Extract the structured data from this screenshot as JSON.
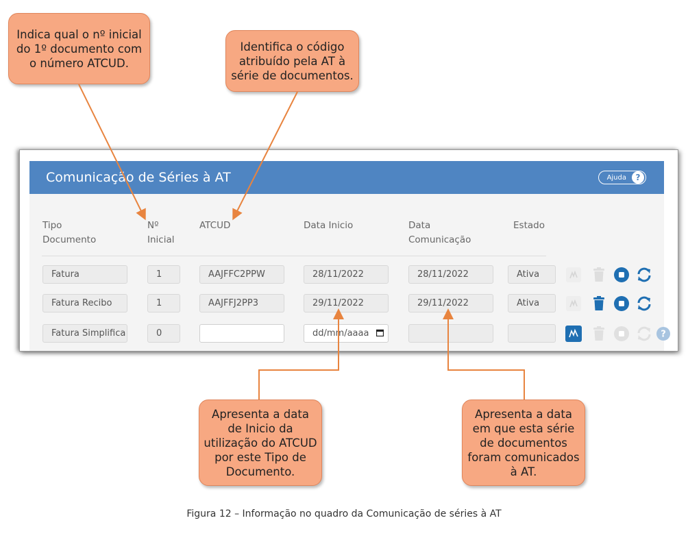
{
  "callouts": {
    "numero_inicial": "Indica qual o nº inicial do 1º documento com o número ATCUD.",
    "atcud": "Identifica o código atribuído pela AT à série de documentos.",
    "data_inicio": "Apresenta a data de Inicio da utilização do ATCUD por este Tipo de Documento.",
    "data_comunicacao": "Apresenta a data em que esta série de documentos foram comunicados à AT."
  },
  "panel": {
    "title": "Comunicação de Séries à AT",
    "help_label": "Ajuda",
    "help_icon": "?",
    "header_color": "#4f85c2"
  },
  "columns": {
    "tipo_documento": [
      "Tipo",
      "Documento"
    ],
    "n_inicial": [
      "Nº",
      "Inicial"
    ],
    "atcud": "ATCUD",
    "data_inicio": "Data Inicio",
    "data_comunicacao": [
      "Data",
      "Comunicação"
    ],
    "estado": "Estado"
  },
  "rows": [
    {
      "tipo": "Fatura",
      "n_inicial": "1",
      "atcud": "AAJFFC2PPW",
      "data_inicio": "28/11/2022",
      "data_comunicacao": "28/11/2022",
      "estado": "Ativa",
      "icons": [
        "at-communicate-icon",
        "trash-icon",
        "stop-icon",
        "refresh-icon"
      ]
    },
    {
      "tipo": "Fatura Recibo",
      "n_inicial": "1",
      "atcud": "AAJFFJ2PP3",
      "data_inicio": "29/11/2022",
      "data_comunicacao": "29/11/2022",
      "estado": "Ativa",
      "icons": [
        "at-communicate-icon",
        "trash-icon",
        "stop-icon",
        "refresh-icon"
      ]
    },
    {
      "tipo": "Fatura Simplifica",
      "n_inicial": "0",
      "atcud": "",
      "data_inicio_placeholder": "dd/mm/aaaa",
      "data_comunicacao": "",
      "estado": "",
      "icons": [
        "at-communicate-icon",
        "trash-icon",
        "stop-icon",
        "refresh-icon",
        "help-icon"
      ]
    }
  ],
  "colors": {
    "callout_fill": "#f7a882",
    "arrow": "#e8843f",
    "action_blue": "#1f6fb2",
    "disabled_icon": "#dcdcdc"
  },
  "caption": "Figura 12 – Informação no quadro da Comunicação de séries à AT"
}
